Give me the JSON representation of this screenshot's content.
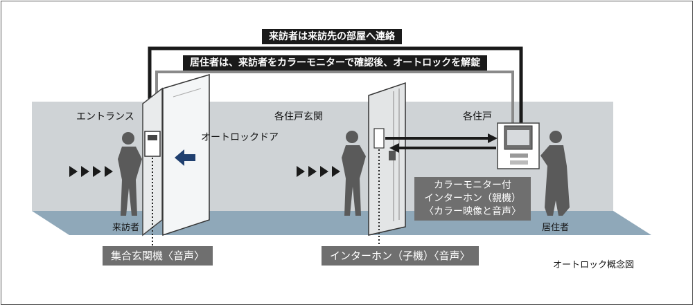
{
  "banners": {
    "top": "来訪者は来訪先の部屋へ連絡",
    "second": "居住者は、来訪者をカラーモニターで確認後、オートロックを解錠"
  },
  "zones": {
    "entrance": "エントランス",
    "door_front": "各住戸玄関",
    "unit": "各住戸"
  },
  "labels": {
    "autolock_door": "オートロックドア",
    "visitor": "来訪者",
    "resident": "居住者"
  },
  "captions": {
    "entrance_panel": "集合玄関機〈音声〉",
    "door_intercom": "インターホン（子機）〈音声〉",
    "monitor_lines": [
      "カラーモニター付",
      "インターホン（親機）",
      "〈カラー映像と音声〉"
    ]
  },
  "footer": "オートロック概念図",
  "colors": {
    "floor": "#cfd3d6",
    "floor_blue": "#8fa8b9",
    "arrow_blue": "#1f3f6f",
    "dark": "#1a1a1a",
    "panel_gray": "#6f6f6f"
  }
}
